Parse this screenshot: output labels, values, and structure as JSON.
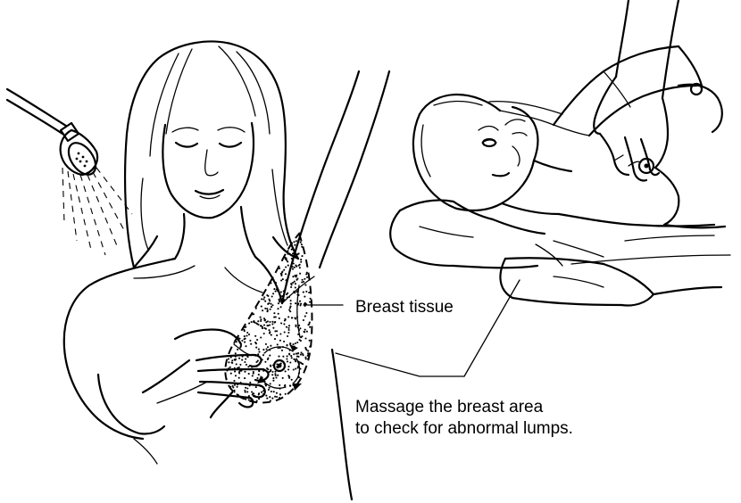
{
  "labels": {
    "breast_tissue": "Breast tissue",
    "massage_line_1": "Massage the breast area",
    "massage_line_2": "to check for abnormal lumps."
  },
  "figures": [
    {
      "name": "shower-exam-figure",
      "description_icon": "standing-woman-shower-icon"
    },
    {
      "name": "lying-exam-figure",
      "description_icon": "reclining-woman-icon"
    }
  ],
  "colors": {
    "ink": "#000000",
    "background": "#ffffff"
  }
}
